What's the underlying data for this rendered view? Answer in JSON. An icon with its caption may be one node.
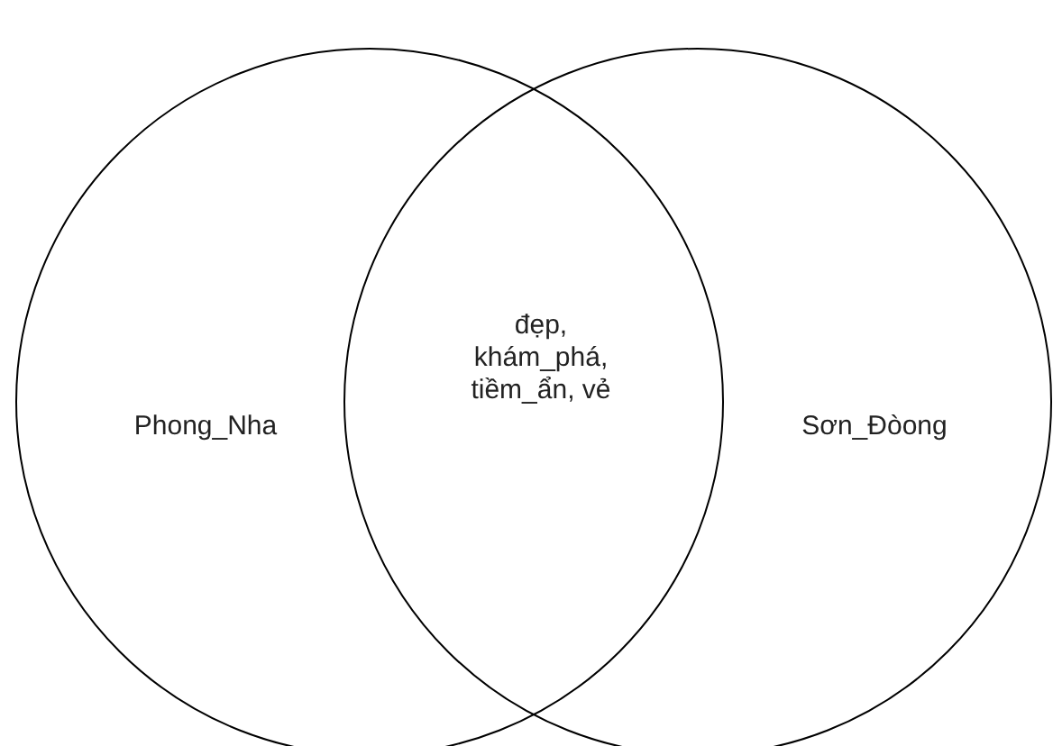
{
  "diagram": {
    "nodes": [
      {
        "text": [
          "Phong_Nha"
        ]
      },
      {
        "text": [
          "Sơn_Đòong"
        ]
      }
    ],
    "edges": [],
    "labels": [
      "đẹp, khám_phá, tiềm_ẩn, vẻ"
    ]
  }
}
